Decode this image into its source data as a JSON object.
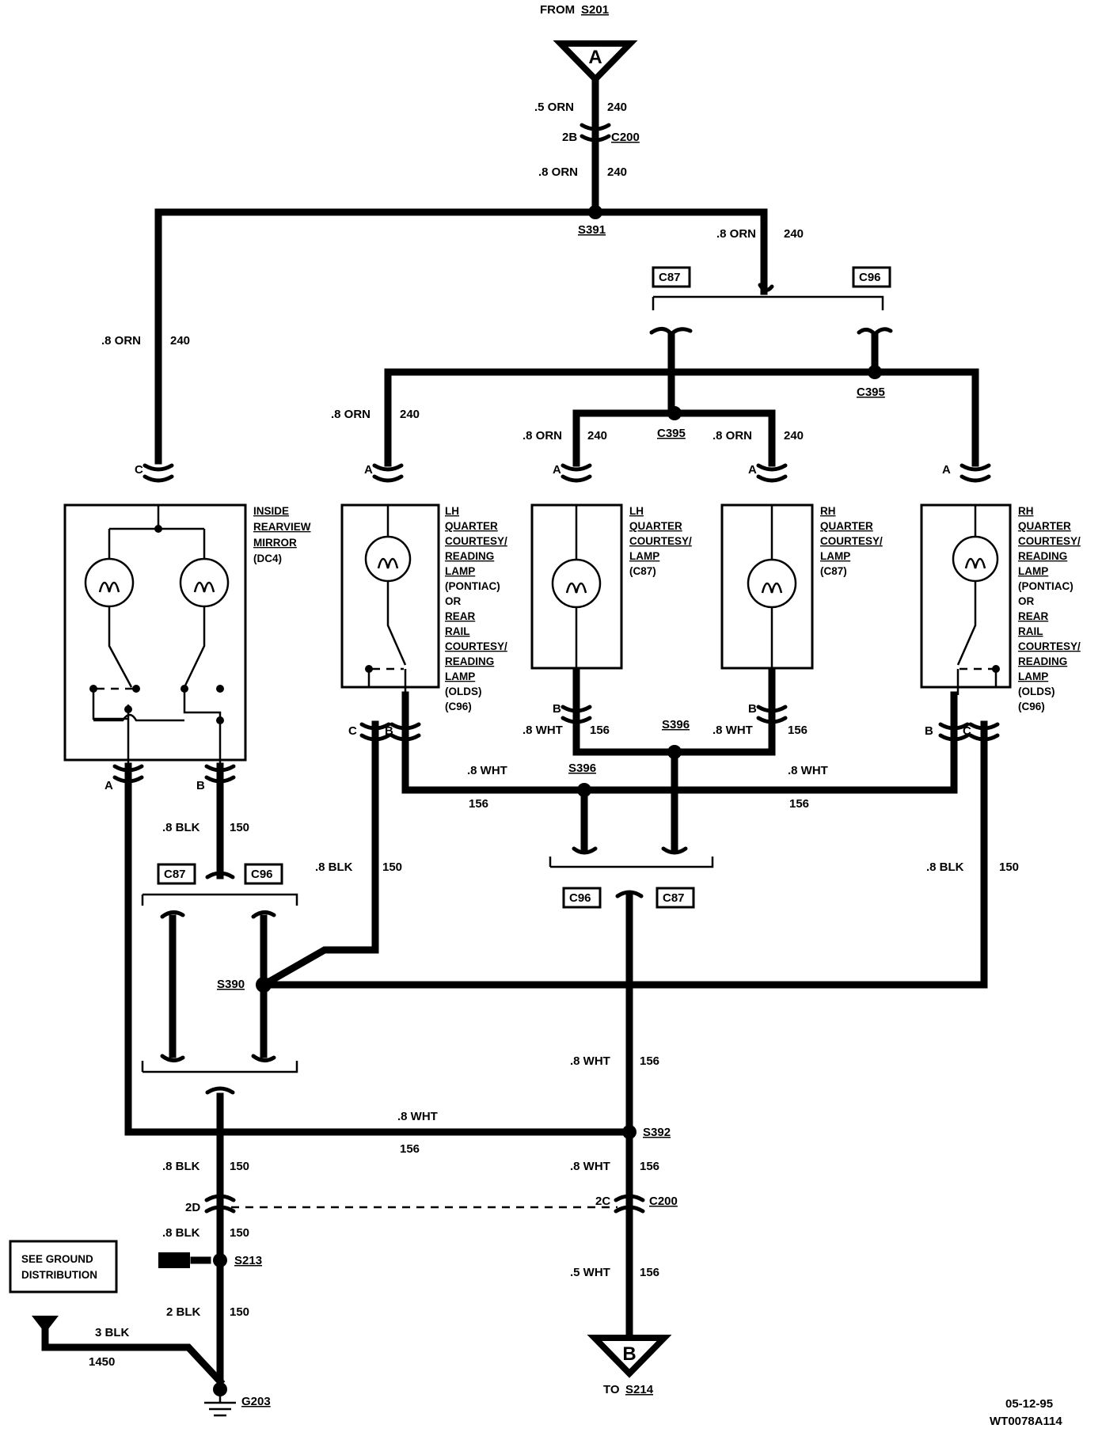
{
  "header": {
    "from": "FROM",
    "from_splice": "S201",
    "node_a": "A"
  },
  "footer": {
    "to": "TO",
    "to_splice": "S214",
    "node_b": "B",
    "date": "05-12-95",
    "code": "WT0078A114"
  },
  "wires": {
    "orn_05": ".5 ORN",
    "orn_08": ".8 ORN",
    "c240": "240",
    "wht_08": ".8 WHT",
    "wht_05": ".5 WHT",
    "c156": "156",
    "blk_08": ".8 BLK",
    "blk_2": "2 BLK",
    "blk_3": "3 BLK",
    "c150": "150",
    "c1450": "1450"
  },
  "connectors": {
    "c200": "C200",
    "pin_2b": "2B",
    "pin_2d": "2D",
    "pin_2c": "2C",
    "c87": "C87",
    "c96": "C96",
    "c395": "C395",
    "pin_a": "A",
    "pin_b": "B",
    "pin_c": "C"
  },
  "splices": {
    "s391": "S391",
    "s396": "S396",
    "s390": "S390",
    "s392": "S392",
    "s213": "S213",
    "g203": "G203"
  },
  "components": {
    "mirror": [
      "INSIDE",
      "REARVIEW",
      "MIRROR",
      "(DC4)"
    ],
    "lh_reading": [
      "LH",
      "QUARTER",
      "COURTESY/",
      "READING",
      "LAMP",
      "(PONTIAC)",
      "OR",
      "REAR",
      "RAIL",
      "COURTESY/",
      "READING",
      "LAMP",
      "(OLDS)",
      "(C96)"
    ],
    "lh_courtesy": [
      "LH",
      "QUARTER",
      "COURTESY/",
      "LAMP",
      "(C87)"
    ],
    "rh_courtesy": [
      "RH",
      "QUARTER",
      "COURTESY/",
      "LAMP",
      "(C87)"
    ],
    "rh_reading": [
      "RH",
      "QUARTER",
      "COURTESY/",
      "READING",
      "LAMP",
      "(PONTIAC)",
      "OR",
      "REAR",
      "RAIL",
      "COURTESY/",
      "READING",
      "LAMP",
      "(OLDS)",
      "(C96)"
    ]
  },
  "ground_box": [
    "SEE GROUND",
    "DISTRIBUTION"
  ]
}
